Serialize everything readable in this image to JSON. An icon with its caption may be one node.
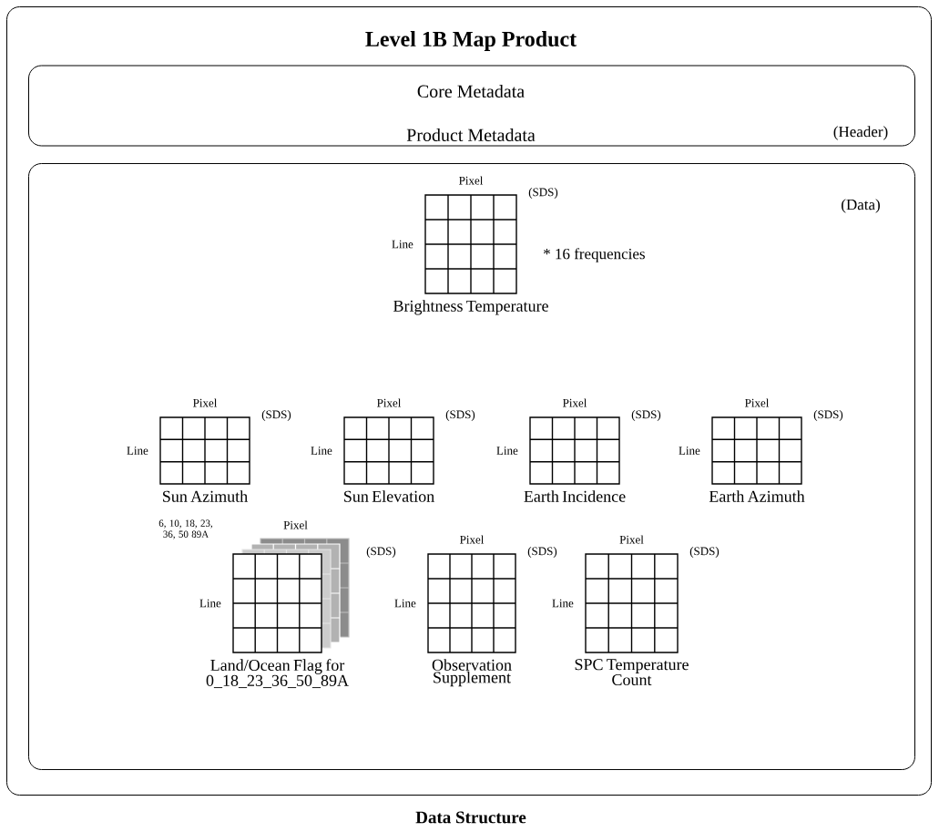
{
  "diagram": {
    "title": "Level 1B Map Product",
    "caption": "Data Structure",
    "nodes": [
      {
        "text": [],
        "shape": "box"
      },
      {
        "text": [
          "Core Metadata",
          "Product Metadata",
          "(Header)"
        ],
        "in": 0
      },
      {
        "text": [
          "(Data)"
        ],
        "in": 0
      },
      {
        "text": [
          "Brightness Temperature"
        ],
        "beside": [
          "Pixel",
          "Line",
          "(SDS)",
          "* 16 frequencies"
        ],
        "in": 2
      },
      {
        "text": [
          "Sun Azimuth"
        ],
        "beside": [
          "Pixel",
          "Line",
          "(SDS)"
        ],
        "in": 2
      },
      {
        "text": [
          "Sun Elevation"
        ],
        "beside": [
          "Pixel",
          "Line",
          "(SDS)"
        ],
        "in": 2
      },
      {
        "text": [
          "Earth Incidence"
        ],
        "beside": [
          "Pixel",
          "Line",
          "(SDS)"
        ],
        "in": 2
      },
      {
        "text": [
          "Earth Azimuth"
        ],
        "beside": [
          "Pixel",
          "Line",
          "(SDS)"
        ],
        "in": 2
      },
      {
        "text": [
          "Land/Ocean Flag for 0_18_23_36_50_89A"
        ],
        "beside": [
          "Pixel",
          "Line",
          "(SDS)",
          "6, 10, 18, 23, 36, 50 89A"
        ],
        "in": 2
      },
      {
        "text": [
          "Observation Supplement"
        ],
        "beside": [
          "Pixel",
          "Line",
          "(SDS)"
        ],
        "in": 2
      },
      {
        "text": [
          "SPC Temperature Count"
        ],
        "beside": [
          "Pixel",
          "Line",
          "(SDS)"
        ],
        "in": 2
      }
    ]
  }
}
